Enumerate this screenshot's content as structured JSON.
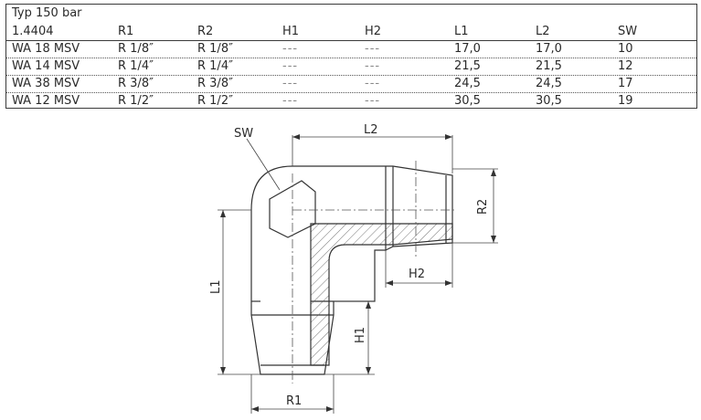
{
  "table": {
    "title": "Typ 150 bar",
    "headers": [
      "1.4404",
      "R1",
      "R2",
      "H1",
      "H2",
      "L1",
      "L2",
      "SW"
    ],
    "rows": [
      [
        "WA 18 MSV",
        "R 1/8″",
        "R 1/8″",
        "---",
        "---",
        "17,0",
        "17,0",
        "10"
      ],
      [
        "WA 14 MSV",
        "R 1/4″",
        "R 1/4″",
        "---",
        "---",
        "21,5",
        "21,5",
        "12"
      ],
      [
        "WA 38 MSV",
        "R 3/8″",
        "R 3/8″",
        "---",
        "---",
        "24,5",
        "24,5",
        "17"
      ],
      [
        "WA 12 MSV",
        "R 1/2″",
        "R 1/2″",
        "---",
        "---",
        "30,5",
        "30,5",
        "19"
      ]
    ]
  },
  "drawing": {
    "labels": {
      "sw": "SW",
      "l2": "L2",
      "r2": "R2",
      "h2": "H2",
      "l1": "L1",
      "h1": "H1",
      "r1": "R1"
    }
  }
}
